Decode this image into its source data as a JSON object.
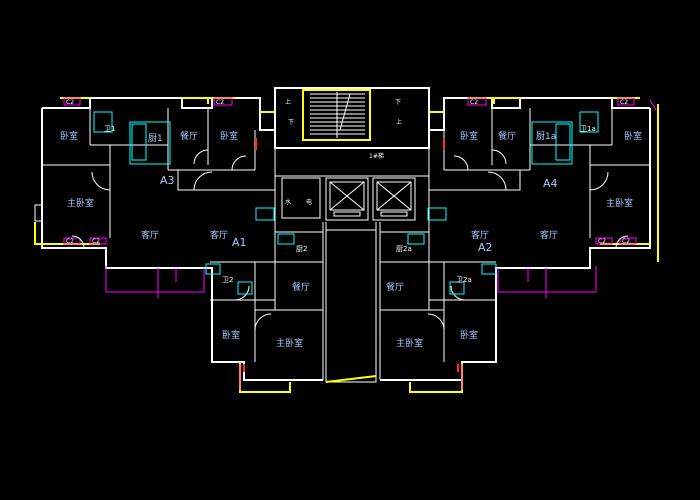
{
  "rooms": {
    "bedroom": "卧室",
    "master_bedroom": "主卧室",
    "dining": "餐厅",
    "living": "客厅",
    "kitchen1": "厨1",
    "kitchen1a": "厨1a",
    "kitchen2": "厨2",
    "kitchen2a": "厨2a",
    "wc1": "卫1",
    "wc1a": "卫1a",
    "wc2": "卫2",
    "wc2a": "卫2a",
    "water": "水",
    "electric": "电"
  },
  "units": {
    "a1": "A1",
    "a2": "A2",
    "a3": "A3",
    "a4": "A4"
  },
  "stair": {
    "up": "上",
    "down": "下"
  },
  "building": "1#梯",
  "window_tag": "C2"
}
